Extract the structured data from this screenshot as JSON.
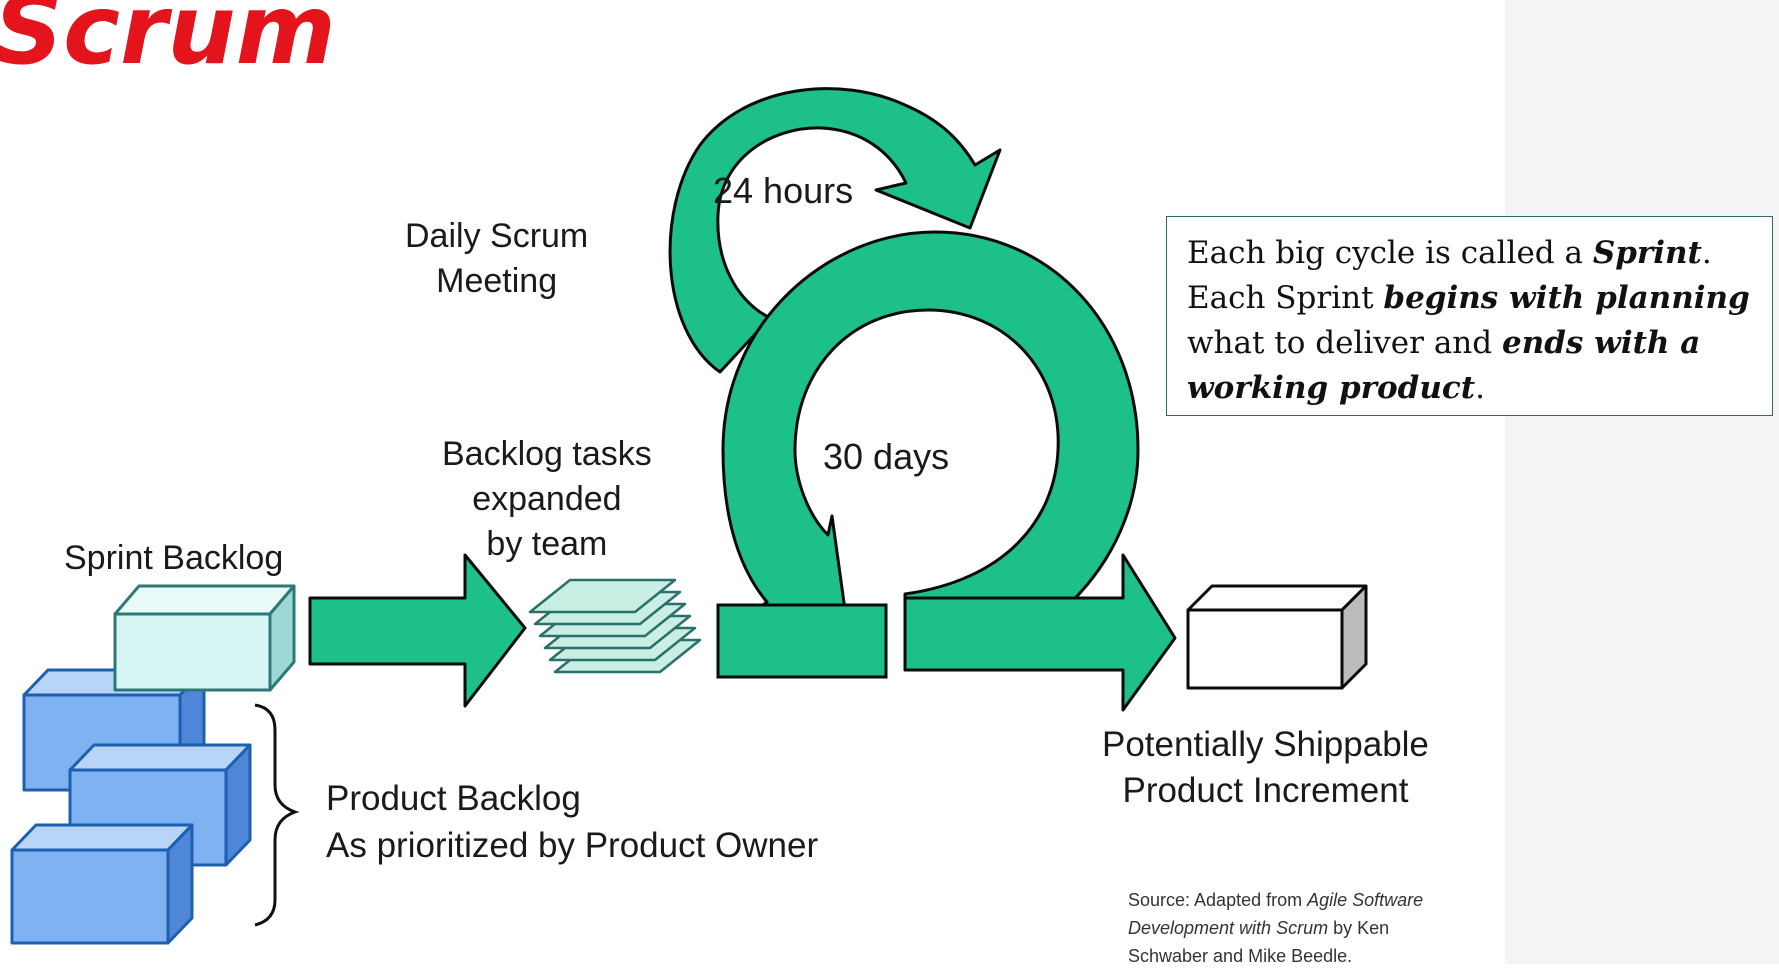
{
  "title": "Scrum",
  "labels": {
    "daily_line1": "Daily Scrum",
    "daily_line2": "Meeting",
    "hours": "24 hours",
    "days": "30 days",
    "backlog_line1": "Backlog tasks",
    "backlog_line2": "expanded",
    "backlog_line3": "by team",
    "sprint_backlog": "Sprint Backlog",
    "product_line1": "Product Backlog",
    "product_line2": "As prioritized by Product Owner",
    "ship_line1": "Potentially Shippable",
    "ship_line2": "Product Increment"
  },
  "callout": {
    "p1": "Each big cycle is called a ",
    "p1_em": "Sprint",
    "p1_end": ".",
    "p2": "Each Sprint ",
    "p2_em": "begins with planning",
    "p3": "what to deliver and ",
    "p3_em": "ends with a working product",
    "p3_end": "."
  },
  "source": {
    "line1_a": "Source: Adapted from ",
    "line1_b": "Agile Software",
    "line2_a": "Development with Scrum",
    "line2_b": " by Ken",
    "line3": "Schwaber and Mike Beedle."
  },
  "colors": {
    "title": "#e3141b",
    "arrow_fill": "#1dbf8a",
    "arrow_stroke": "#0a0a0a",
    "block_blue": "#7fb2f0",
    "sprint_block": "#d6f5f3",
    "callout_border": "#2a6a70"
  }
}
